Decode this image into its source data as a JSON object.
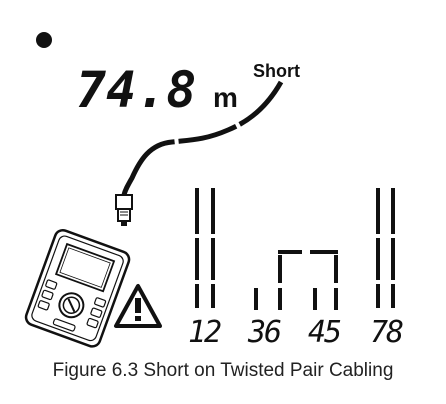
{
  "display": {
    "distance_value": "74.8",
    "distance_unit": "m",
    "fault_label": "Short"
  },
  "pairs": [
    {
      "label": "12",
      "state": "open"
    },
    {
      "label": "36",
      "state": "short"
    },
    {
      "label": "45",
      "state": "short"
    },
    {
      "label": "78",
      "state": "open"
    }
  ],
  "icons": {
    "indicator": "status-dot-icon",
    "tester": "cable-tester-icon",
    "plug": "rj45-plug-icon",
    "warning": "warning-triangle-icon"
  },
  "caption": "Figure 6.3 Short on Twisted Pair Cabling"
}
